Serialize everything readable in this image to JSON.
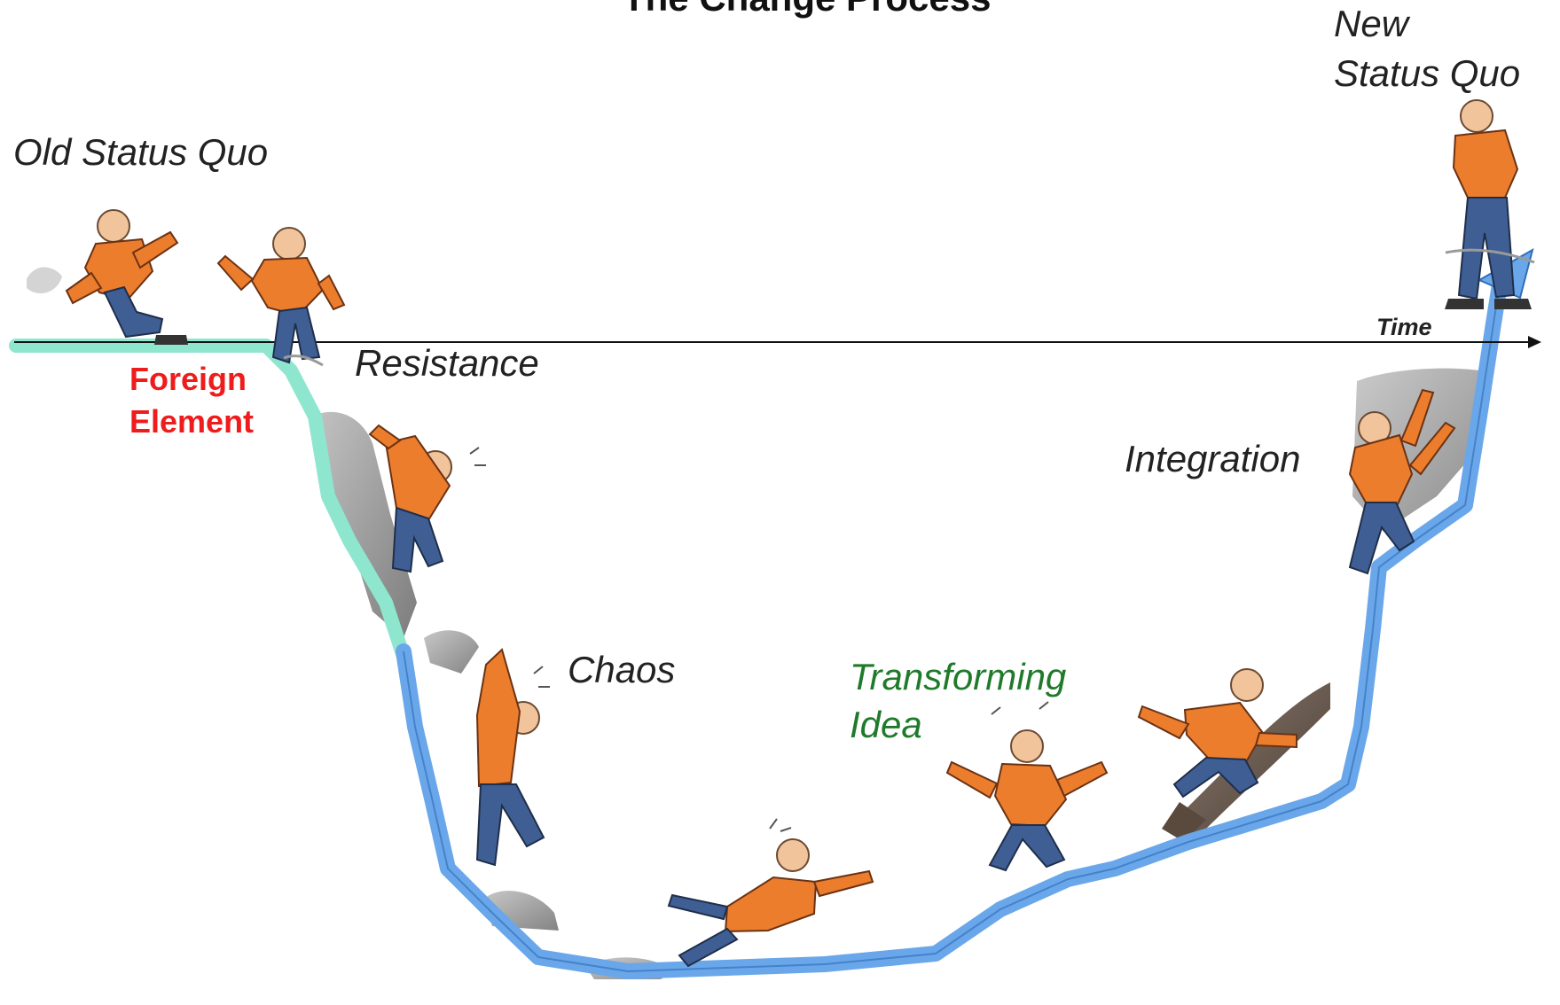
{
  "title": "The Change Process",
  "axis": {
    "label": "Time"
  },
  "stages": {
    "old_status_quo": "Old Status Quo",
    "foreign_element_line1": "Foreign",
    "foreign_element_line2": "Element",
    "resistance": "Resistance",
    "chaos": "Chaos",
    "transforming_idea_line1": "Transforming",
    "transforming_idea_line2": "Idea",
    "integration": "Integration",
    "new_status_quo_line1": "New",
    "new_status_quo_line2": "Status Quo"
  },
  "colors": {
    "path_start": "#8ee6cf",
    "path_main": "#6aa7ea",
    "path_stroke": "#2f6fb8",
    "foreign_element": "#ee1c1c",
    "transforming_idea": "#1f7a2a",
    "text": "#222222",
    "axis": "#111111",
    "shirt": "#ec7d2d",
    "pants": "#3f5f94",
    "rock": "#8f8f8f"
  },
  "figures": [
    {
      "name": "figure-running-old-status-quo",
      "pose": "running"
    },
    {
      "name": "figure-stopping-at-edge",
      "pose": "bracing"
    },
    {
      "name": "figure-clinging-cliff",
      "pose": "clinging"
    },
    {
      "name": "figure-hanging-chaos",
      "pose": "hanging"
    },
    {
      "name": "figure-falling-bottom",
      "pose": "falling"
    },
    {
      "name": "figure-transforming-idea",
      "pose": "surprised"
    },
    {
      "name": "figure-climbing-log",
      "pose": "climbing"
    },
    {
      "name": "figure-climbing-integration",
      "pose": "climbing-up"
    },
    {
      "name": "figure-standing-new-status-quo",
      "pose": "standing"
    }
  ]
}
